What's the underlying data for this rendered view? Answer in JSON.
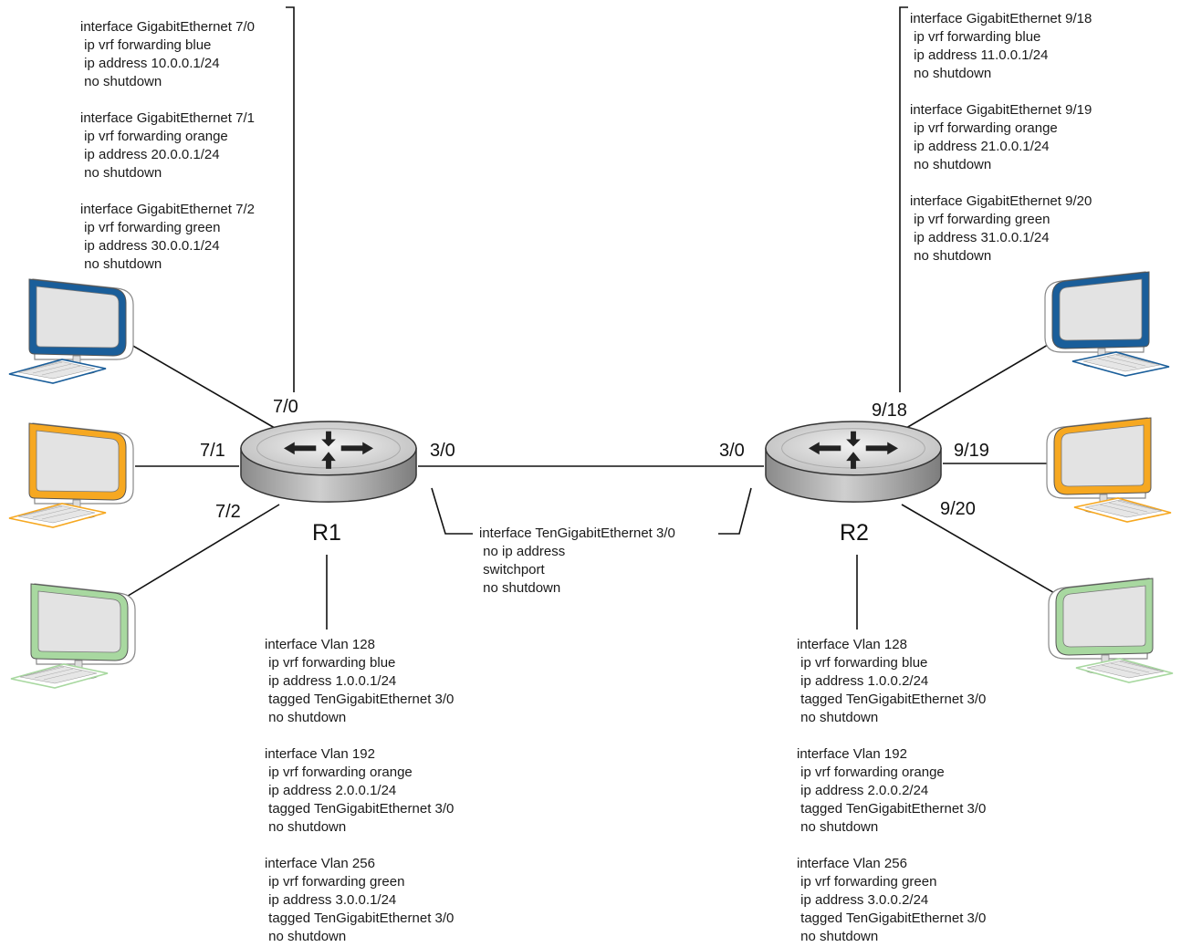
{
  "routers": {
    "r1": {
      "name": "R1"
    },
    "r2": {
      "name": "R2"
    }
  },
  "ports": {
    "r1": {
      "p70": "7/0",
      "p71": "7/1",
      "p72": "7/2",
      "p30": "3/0"
    },
    "r2": {
      "p30": "3/0",
      "p918": "9/18",
      "p919": "9/19",
      "p920": "9/20"
    }
  },
  "colors": {
    "blue": "#1a5e9a",
    "orange": "#f6a821",
    "green": "#a8d8a0",
    "screen": "#e3e3e3",
    "router_body": "#9a9a9a",
    "router_top": "#d7d7d7"
  },
  "config": {
    "r1_gig": [
      "interface GigabitEthernet 7/0",
      " ip vrf forwarding blue",
      " ip address 10.0.0.1/24",
      " no shutdown",
      "",
      "interface GigabitEthernet 7/1",
      " ip vrf forwarding orange",
      " ip address 20.0.0.1/24",
      " no shutdown",
      "",
      "interface GigabitEthernet 7/2",
      " ip vrf forwarding green",
      " ip address 30.0.0.1/24",
      " no shutdown"
    ],
    "r2_gig": [
      "interface GigabitEthernet 9/18",
      " ip vrf forwarding blue",
      " ip address 11.0.0.1/24",
      " no shutdown",
      "",
      "interface GigabitEthernet 9/19",
      " ip vrf forwarding orange",
      " ip address 21.0.0.1/24",
      " no shutdown",
      "",
      "interface GigabitEthernet 9/20",
      " ip vrf forwarding green",
      " ip address 31.0.0.1/24",
      " no shutdown"
    ],
    "tengig": [
      "interface TenGigabitEthernet 3/0",
      " no ip address",
      " switchport",
      " no shutdown"
    ],
    "r1_vlan": [
      "interface Vlan 128",
      " ip vrf forwarding blue",
      " ip address 1.0.0.1/24",
      " tagged TenGigabitEthernet 3/0",
      " no shutdown",
      "",
      "interface Vlan 192",
      " ip vrf forwarding orange",
      " ip address 2.0.0.1/24",
      " tagged TenGigabitEthernet 3/0",
      " no shutdown",
      "",
      "interface Vlan 256",
      " ip vrf forwarding green",
      " ip address 3.0.0.1/24",
      " tagged TenGigabitEthernet 3/0",
      " no shutdown"
    ],
    "r2_vlan": [
      "interface Vlan 128",
      " ip vrf forwarding blue",
      " ip address 1.0.0.2/24",
      " tagged TenGigabitEthernet 3/0",
      " no shutdown",
      "",
      "interface Vlan 192",
      " ip vrf forwarding orange",
      " ip address 2.0.0.2/24",
      " tagged TenGigabitEthernet 3/0",
      " no shutdown",
      "",
      "interface Vlan 256",
      " ip vrf forwarding green",
      " ip address 3.0.0.2/24",
      " tagged TenGigabitEthernet 3/0",
      " no shutdown"
    ]
  }
}
